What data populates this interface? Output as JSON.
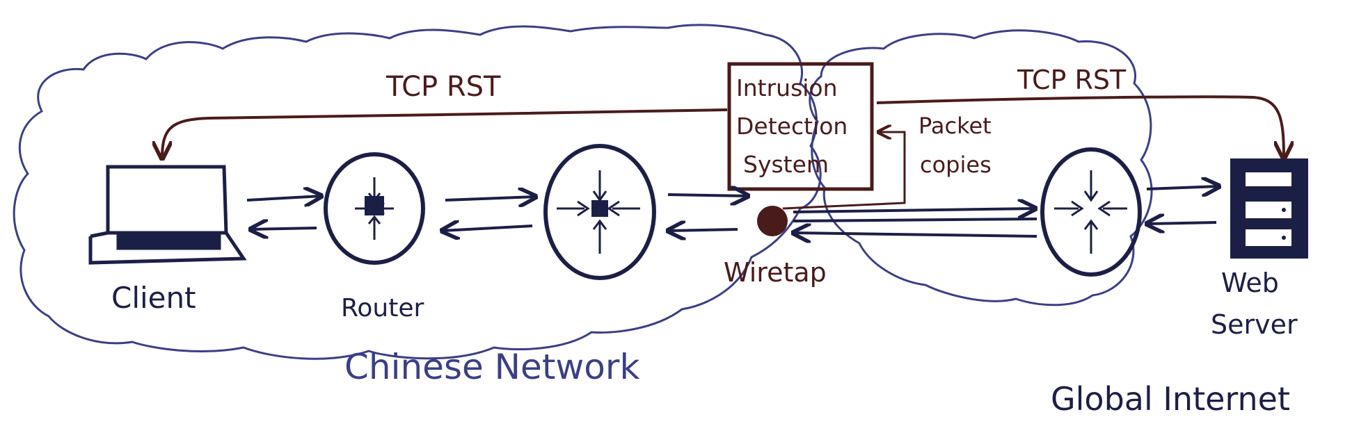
{
  "labels": {
    "tcp_rst_left": "TCP RST",
    "tcp_rst_right": "TCP RST",
    "ids_line1": "Intrusion",
    "ids_line2": "Detection",
    "ids_line3": "System",
    "packet_copies_line1": "Packet",
    "packet_copies_line2": "copies",
    "client": "Client",
    "router": "Router",
    "wiretap": "Wiretap",
    "web_server_line1": "Web",
    "web_server_line2": "Server",
    "chinese_network": "Chinese Network",
    "global_internet": "Global Internet"
  },
  "colors": {
    "navy": "#1c1f45",
    "maroon": "#4a1b1b",
    "cloud_blue": "#3b3f86"
  },
  "icons": [
    "laptop-icon",
    "router-icon",
    "wiretap-icon",
    "server-icon"
  ]
}
